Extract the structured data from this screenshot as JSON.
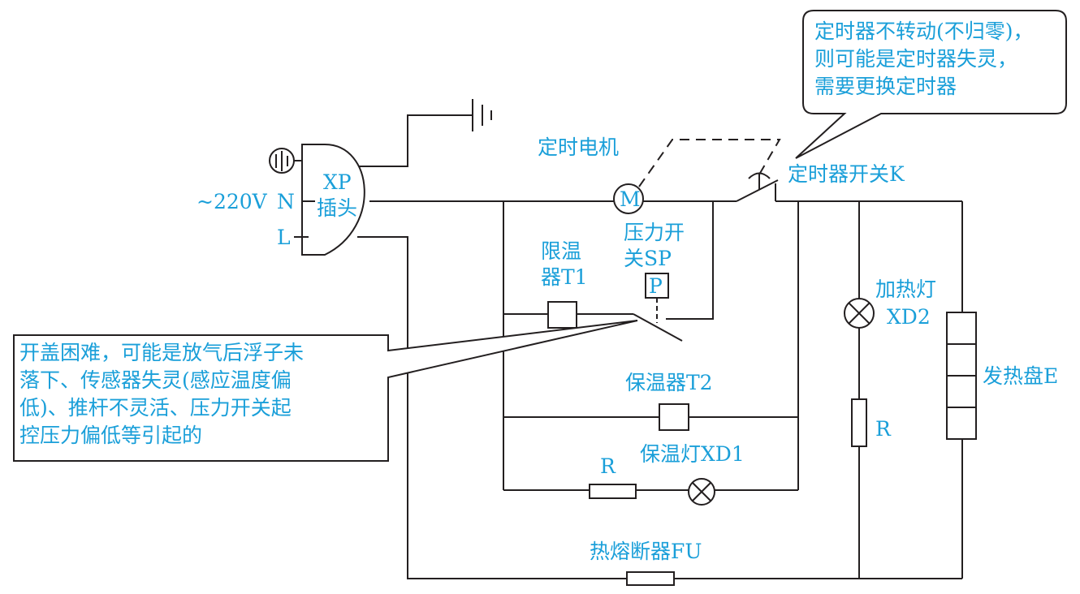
{
  "colors": {
    "line": "#231f20",
    "label": "#1a9fd9"
  },
  "labels": {
    "plug_xp": "XP",
    "plug_name": "插头",
    "voltage": "~220V",
    "terminal_n": "N",
    "terminal_l": "L",
    "timer_motor": "定时电机",
    "motor_symbol": "M",
    "timer_switch": "定时器开关K",
    "pressure_switch_line1": "压力开",
    "pressure_switch_line2": "关SP",
    "pressure_symbol": "P",
    "thermostat_t1_line1": "限温",
    "thermostat_t1_line2": "器T1",
    "heat_lamp_line1": "加热灯",
    "heat_lamp_line2": "XD2",
    "heating_plate": "发热盘E",
    "resistor_right": "R",
    "keep_warm_t2": "保温器T2",
    "resistor_bottom": "R",
    "keep_warm_lamp": "保温灯XD1",
    "fuse": "热熔断器FU"
  },
  "callouts": {
    "timer_note": "定时器不转动(不归零)，\n则可能是定时器失灵，\n需要更换定时器",
    "lid_note": "开盖困难，可能是放气后浮子未\n落下、传感器失灵(感应温度偏\n低)、推杆不灵活、压力开关起\n控压力偏低等引起的"
  }
}
